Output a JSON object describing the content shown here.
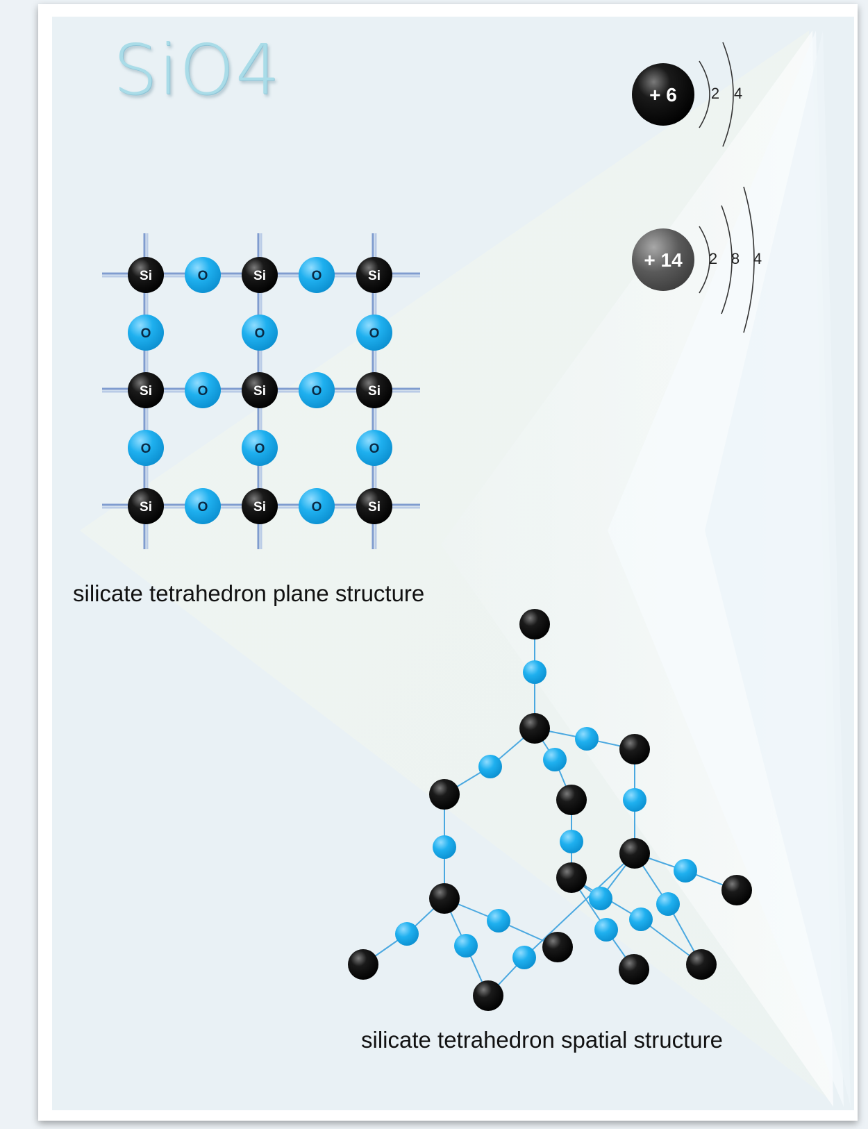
{
  "title": "SiO4",
  "oxygen_atom": {
    "nucleus": "+ 6",
    "shells": [
      "2",
      "4"
    ]
  },
  "silicon_atom": {
    "nucleus": "+ 14",
    "shells": [
      "2",
      "8",
      "4"
    ]
  },
  "plane_structure": {
    "caption": "silicate tetrahedron plane structure",
    "si_label": "Si",
    "o_label": "O"
  },
  "spatial_structure": {
    "caption": "silicate tetrahedron spatial  structure"
  },
  "colors": {
    "silicon": "#000000",
    "oxygen": "#1aa7e6",
    "bond_plane": "#7f9ccf",
    "bond_spatial": "#4aa8e0",
    "title": "#a9dce8"
  }
}
